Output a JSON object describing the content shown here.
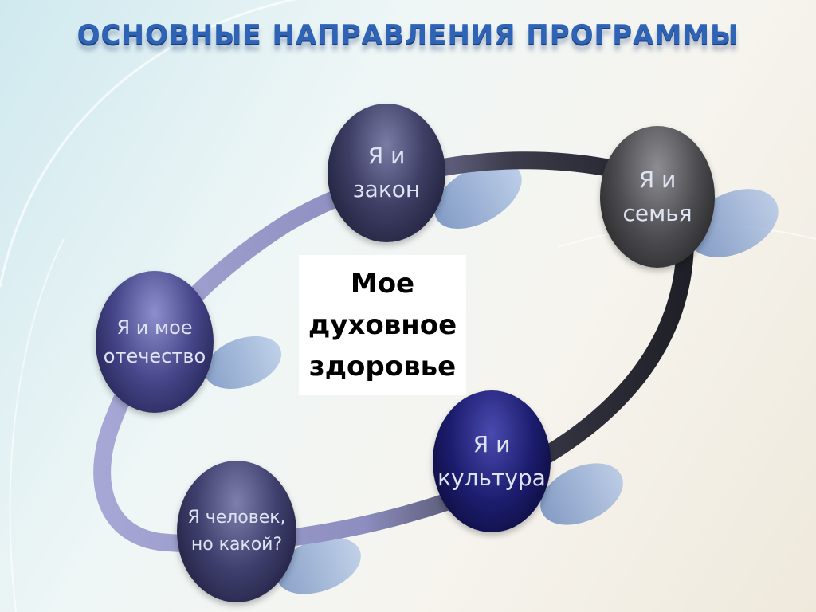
{
  "title": "ОСНОВНЫЕ НАПРАВЛЕНИЯ ПРОГРАММЫ",
  "center": {
    "lines": [
      "Мое",
      "духовное",
      "здоровье"
    ]
  },
  "nodes": {
    "zakon": {
      "line1": "Я и",
      "line2": "закон"
    },
    "semya": {
      "line1": "Я и",
      "line2": "семья"
    },
    "otechestvo": {
      "line1": "Я и мое",
      "line2": "отечество"
    },
    "kultura": {
      "line1": "Я и",
      "line2": "культура"
    },
    "chelovek": {
      "line1": "Я человек,",
      "line2": "но какой?"
    }
  },
  "colors": {
    "title": "#2f63b6",
    "ring_dark": "#2a2a33",
    "ring_light": "#9a9acb",
    "shadow_blob": "#7f9fd0"
  }
}
